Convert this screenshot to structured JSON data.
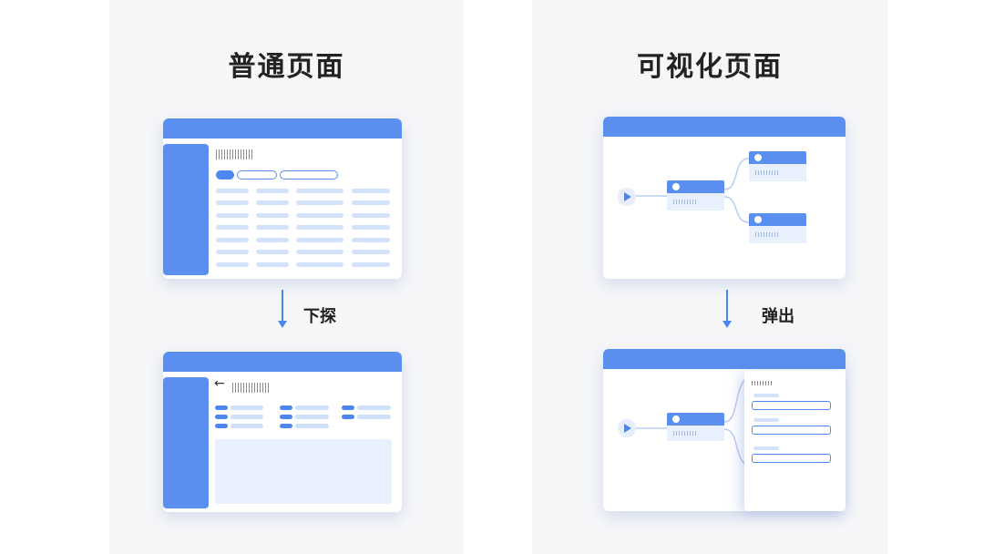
{
  "left_panel": {
    "title": "普通页面"
  },
  "right_panel": {
    "title": "可视化页面"
  },
  "transitions": {
    "left": "下探",
    "right": "弹出"
  },
  "colors": {
    "accent": "#5a8ff0",
    "panel_bg": "#f5f6f8",
    "light_bar": "#d2e2fb"
  },
  "icons": {
    "back": "←",
    "play": "play-icon"
  }
}
